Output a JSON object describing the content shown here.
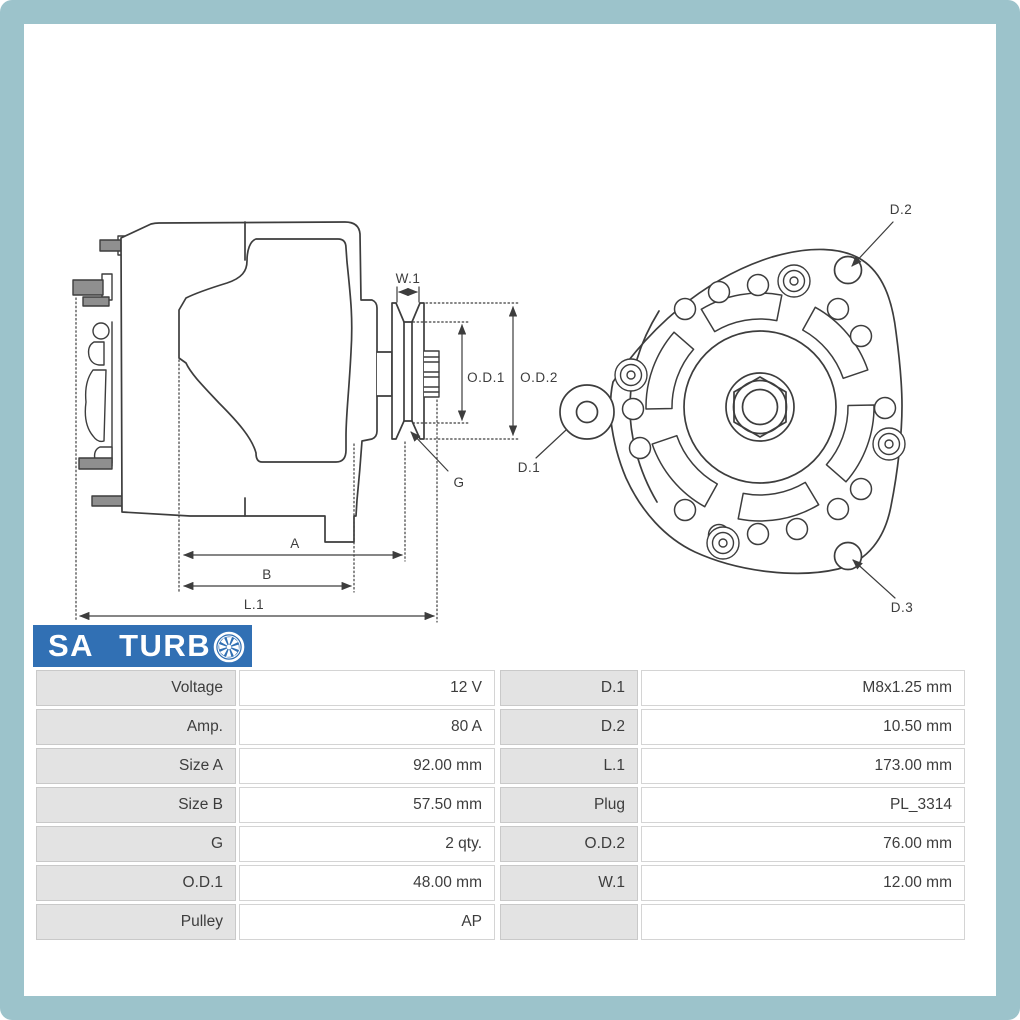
{
  "colors": {
    "frame_teal": "#9cc3cb",
    "logo_blue": "#3170b4",
    "cell_gray": "#e3e3e3",
    "line_dark": "#3d3d3d"
  },
  "logo": {
    "part1": "SA",
    "part2": "TURB",
    "fan_icon": "turbo-fan-icon"
  },
  "diagram": {
    "labels": {
      "w1": "W.1",
      "od1": "O.D.1",
      "od2": "O.D.2",
      "g": "G",
      "d1": "D.1",
      "a": "A",
      "b": "B",
      "l1": "L.1",
      "d2": "D.2",
      "d3": "D.3"
    }
  },
  "spec_table": {
    "left_rows": [
      {
        "label": "Voltage",
        "value": "12 V"
      },
      {
        "label": "Amp.",
        "value": "80 A"
      },
      {
        "label": "Size A",
        "value": "92.00 mm"
      },
      {
        "label": "Size B",
        "value": "57.50 mm"
      },
      {
        "label": "G",
        "value": "2 qty."
      },
      {
        "label": "O.D.1",
        "value": "48.00 mm"
      },
      {
        "label": "Pulley",
        "value": "AP"
      }
    ],
    "right_rows": [
      {
        "label": "D.1",
        "value": "M8x1.25 mm"
      },
      {
        "label": "D.2",
        "value": "10.50 mm"
      },
      {
        "label": "L.1",
        "value": "173.00 mm"
      },
      {
        "label": "Plug",
        "value": "PL_3314"
      },
      {
        "label": "O.D.2",
        "value": "76.00 mm"
      },
      {
        "label": "W.1",
        "value": "12.00 mm"
      },
      {
        "label": "",
        "value": ""
      }
    ]
  }
}
